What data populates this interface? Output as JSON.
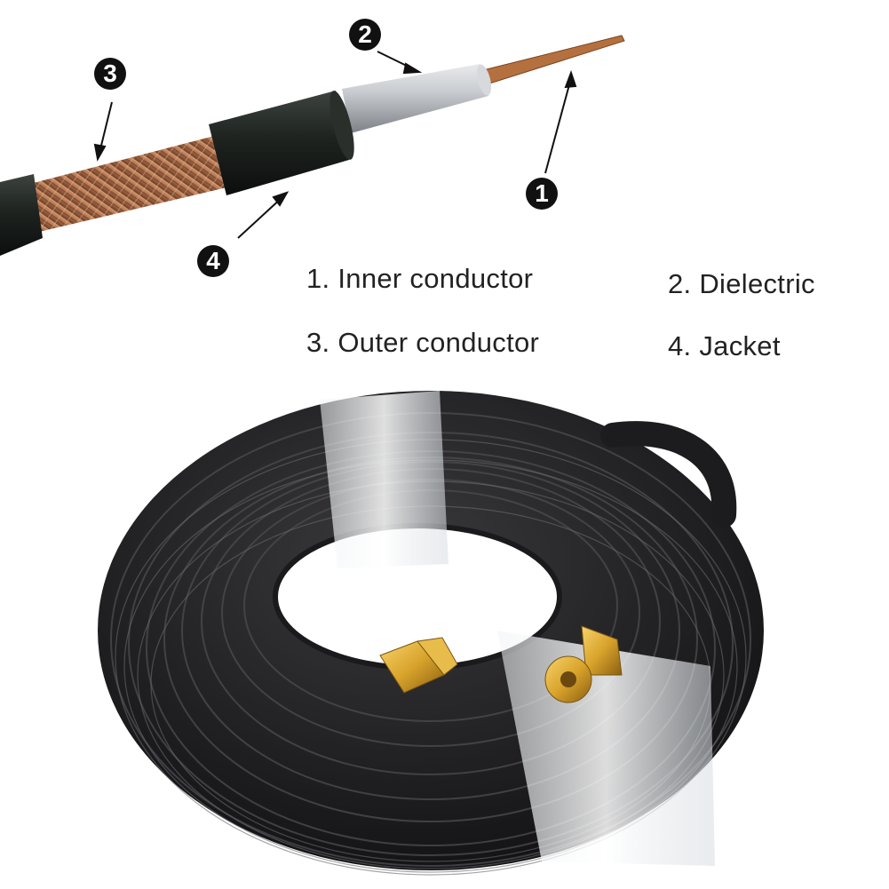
{
  "callouts": [
    {
      "number": "1",
      "target": "inner conductor"
    },
    {
      "number": "2",
      "target": "dielectric"
    },
    {
      "number": "3",
      "target": "outer conductor"
    },
    {
      "number": "4",
      "target": "jacket"
    }
  ],
  "legend": [
    {
      "text": "1. Inner conductor"
    },
    {
      "text": "2. Dielectric"
    },
    {
      "text": "3. Outer conductor"
    },
    {
      "text": "4. Jacket"
    }
  ],
  "colors": {
    "jacket": "#1e2320",
    "braid": "#a86a48",
    "dielectric": "#c9ccd0",
    "inner_conductor": "#b5703f",
    "coil": "#1c1c1e",
    "tape": "#e4e8ec",
    "connector_gold": "#d9a42c"
  },
  "icons": [
    "coax-cable-cutaway-icon",
    "coiled-cable-icon",
    "sma-male-connector-icon",
    "sma-female-connector-icon"
  ]
}
